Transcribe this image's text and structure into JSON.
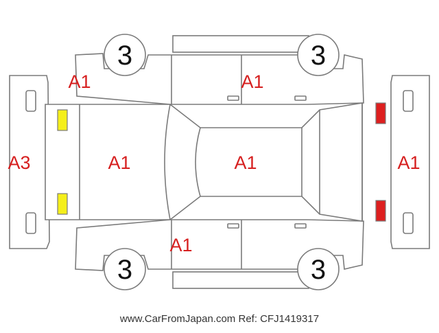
{
  "colors": {
    "outline": "#7a7a7a",
    "damage_text": "#d61f1f",
    "fog_lamp": "#f5ef1b",
    "tail_lamp": "#dd1f1f"
  },
  "labels": {
    "left_front_fender": "A1",
    "right_front_door": "A1",
    "front_bumper": "A3",
    "hood": "A1",
    "roof": "A1",
    "rear_bumper": "A1",
    "left_rocker": "A1"
  },
  "tires": {
    "front_left": "3",
    "rear_left": "3",
    "front_right": "3",
    "rear_right": "3"
  },
  "footer": {
    "site": "www.CarFromJapan.com",
    "ref": "Ref: CFJ1419317"
  }
}
